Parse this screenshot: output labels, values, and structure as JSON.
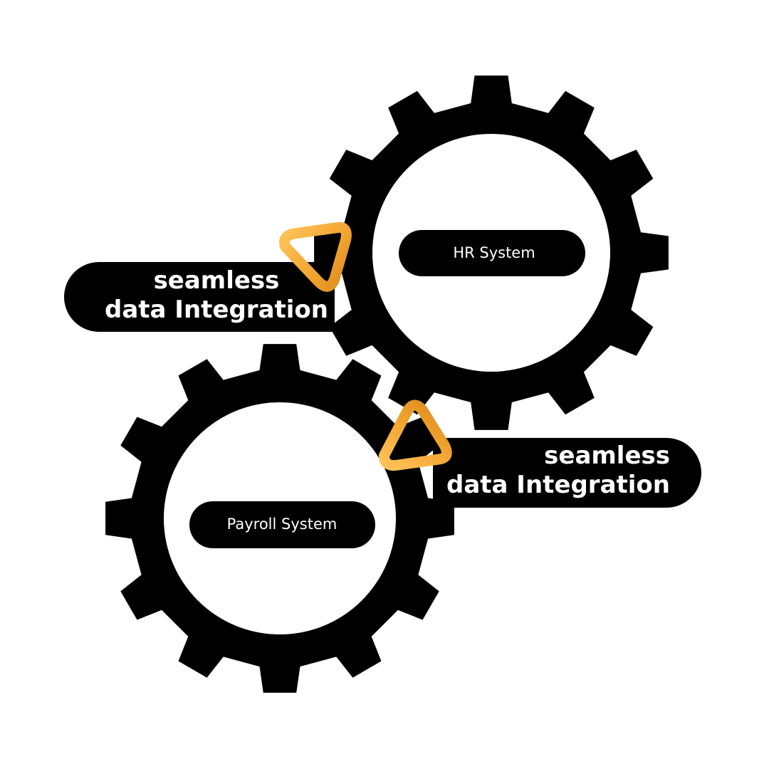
{
  "colors": {
    "background": "#ffffff",
    "gear": "#000000",
    "accent": "#f2a431"
  },
  "gears": {
    "hr": {
      "label": "HR System",
      "icon": "gear-icon"
    },
    "payroll": {
      "label": "Payroll System",
      "icon": "gear-icon"
    }
  },
  "callouts": {
    "left": {
      "line1": "seamless",
      "line2": "data Integration",
      "icon": "cursor-pointer-icon"
    },
    "right": {
      "line1": "seamless",
      "line2": "data Integration",
      "icon": "cursor-pointer-icon"
    }
  }
}
